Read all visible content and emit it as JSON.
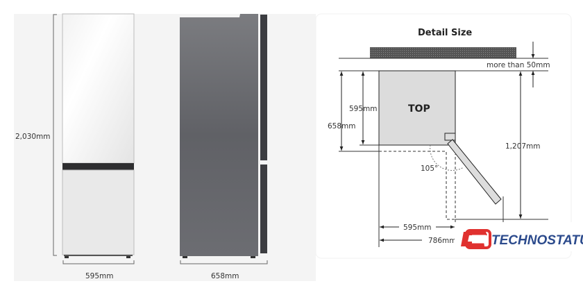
{
  "front_view": {
    "height_label": "2,030mm",
    "width_label": "595mm"
  },
  "side_view": {
    "depth_label": "658mm"
  },
  "detail": {
    "title": "Detail Size",
    "clearance_label": "more than 50mm",
    "top_label": "TOP",
    "depth_body_label": "595mm",
    "depth_total_label": "658mm",
    "open_depth_label": "1,207mm",
    "angle_label": "105°",
    "width_label": "595mm",
    "open_width_label": "786mm"
  },
  "watermark": {
    "mark": "ts",
    "text": "TECHNOSTATUS",
    "color": "#e0312f"
  }
}
